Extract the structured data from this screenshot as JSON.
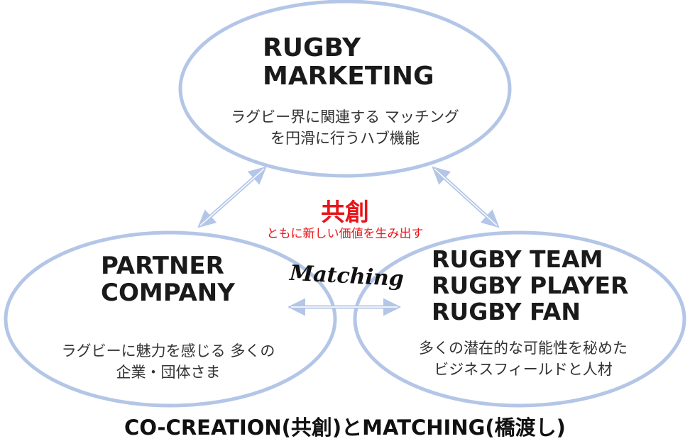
{
  "colors": {
    "ellipse_stroke": "#b4c6e7",
    "arrow": "#b4c6e7",
    "accent_red": "#e8151b",
    "text": "#1a1a1a"
  },
  "top_node": {
    "title_line1": "RUGBY",
    "title_line2": "MARKETING",
    "desc_line1": "ラグビー界に関連する マッチング",
    "desc_line2": "を円滑に行うハブ機能"
  },
  "left_node": {
    "title_line1": "PARTNER",
    "title_line2": "COMPANY",
    "desc_line1": "ラグビーに魅力を感じる 多くの",
    "desc_line2": "企業・団体さま"
  },
  "right_node": {
    "title_line1": "RUGBY TEAM",
    "title_line2": "RUGBY PLAYER",
    "title_line3": "RUGBY FAN",
    "desc_line1": "多くの潜在的な可能性を秘めた",
    "desc_line2": "ビジネスフィールドと人材"
  },
  "center": {
    "title": "共創",
    "subtitle": "ともに新しい価値を生み出す",
    "matching_label": "Matching"
  },
  "footer": {
    "caption": "CO-CREATION(共創)とMATCHING(橋渡し)"
  }
}
